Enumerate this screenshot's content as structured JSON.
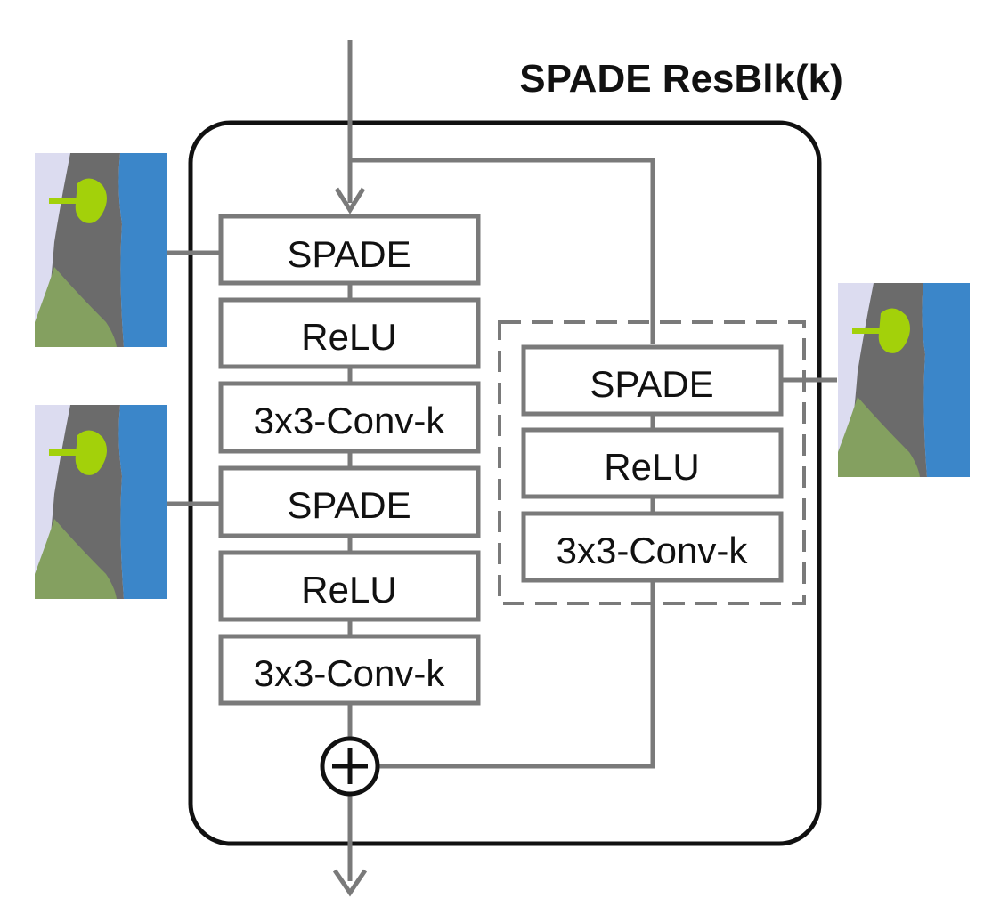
{
  "title": "SPADE ResBlk(k)",
  "main_path": {
    "spade_1": "SPADE",
    "relu_1": "ReLU",
    "conv_1": "3x3-Conv-k",
    "spade_2": "SPADE",
    "relu_2": "ReLU",
    "conv_2": "3x3-Conv-k"
  },
  "shortcut_path": {
    "spade": "SPADE",
    "relu": "ReLU",
    "conv": "3x3-Conv-k"
  },
  "colors": {
    "line": "#7a7a7a",
    "block_border": "#111111",
    "segmap_sky": "#dcdcf0",
    "segmap_road": "#6b6b6b",
    "segmap_water": "#3b86c9",
    "segmap_grass": "#84a060",
    "segmap_tree": "#a3d10a"
  }
}
